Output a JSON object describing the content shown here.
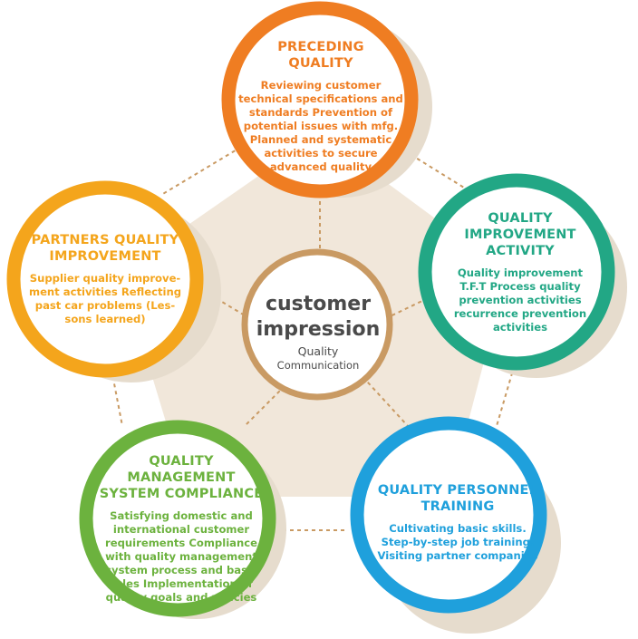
{
  "center": {
    "line1": "customer",
    "line2": "impression",
    "sub1": "Quality",
    "sub2": "Communication"
  },
  "nodes": [
    {
      "id": "top",
      "color": "#ef7d22",
      "title": [
        "PRECEDING",
        "QUALITY"
      ],
      "body": [
        "Reviewing customer",
        "technical specifications and",
        "standards Prevention of",
        "potential issues with mfg.",
        "Planned and systematic",
        "activities to secure",
        "advanced quality"
      ]
    },
    {
      "id": "right",
      "color": "#22a785",
      "title": [
        "QUALITY",
        "IMPROVEMENT",
        "ACTIVITY"
      ],
      "body": [
        "Quality improvement",
        "T.F.T Process quality",
        "prevention activities",
        "recurrence prevention",
        "activities"
      ]
    },
    {
      "id": "bright",
      "color": "#1fa0dc",
      "title": [
        "QUALITY PERSONNEL",
        "TRAINING"
      ],
      "body": [
        "Cultivating basic skills.",
        "Step-by-step job training.",
        "Visiting partner companies"
      ]
    },
    {
      "id": "bleft",
      "color": "#6cb23e",
      "title": [
        "QUALITY MANAGEMENT",
        "SYSTEM COMPLIANCE"
      ],
      "body": [
        "Satisfying domestic and",
        "international customer",
        "requirements Compliance",
        "with quality management",
        "system process and basic",
        "rules Implementation of",
        "quality goals and policies"
      ]
    },
    {
      "id": "left",
      "color": "#f4a51c",
      "title": [
        "PARTNERS QUALITY",
        "IMPROVEMENT"
      ],
      "body": [
        "Supplier quality improve-",
        "ment activities Reflecting",
        "past car problems (Les-",
        "sons learned)"
      ]
    }
  ],
  "colors": {
    "pentagon": "#f1e7da",
    "shadow": "#e6dccd",
    "center_ring": "#c99a63",
    "dashed_line": "#c99a63"
  }
}
